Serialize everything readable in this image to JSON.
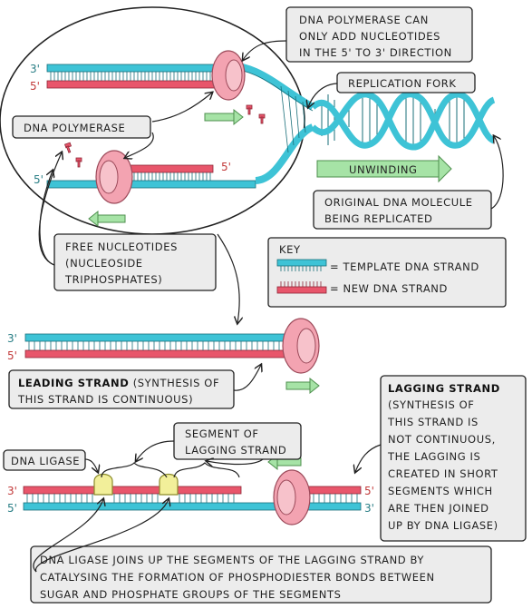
{
  "labels": {
    "polymerase_direction": [
      "DNA POLYMERASE CAN",
      "ONLY ADD NUCLEOTIDES",
      "IN THE 5' TO 3' DIRECTION"
    ],
    "replication_fork": "REPLICATION FORK",
    "dna_polymerase": "DNA POLYMERASE",
    "unwinding": "UNWINDING",
    "original_dna": [
      "ORIGINAL DNA MOLECULE",
      "BEING REPLICATED"
    ],
    "free_nucleotides": [
      "FREE NUCLEOTIDES",
      "(NUCLEOSIDE",
      "TRIPHOSPHATES)"
    ],
    "key_title": "KEY",
    "key_template": "= TEMPLATE  DNA STRAND",
    "key_new": "= NEW DNA STRAND",
    "leading_strand_bold": "LEADING STRAND",
    "leading_strand_line1_rest": " (SYNTHESIS OF",
    "leading_strand_line2": "THIS STRAND IS CONTINUOUS)",
    "segment_lagging": [
      "SEGMENT OF",
      "LAGGING STRAND"
    ],
    "dna_ligase": "DNA LIGASE",
    "lagging_strand_title": "LAGGING STRAND",
    "lagging_strand_desc": [
      "(SYNTHESIS OF",
      "THIS STRAND IS",
      "NOT CONTINUOUS,",
      "THE LAGGING IS",
      "CREATED IN SHORT",
      "SEGMENTS WHICH",
      "ARE THEN JOINED",
      "UP BY DNA LIGASE)"
    ],
    "ligase_desc": [
      "DNA LIGASE JOINS UP THE SEGMENTS OF THE LAGGING STRAND BY",
      "CATALYSING THE FORMATION OF PHOSPHODIESTER BONDS  BETWEEN",
      "SUGAR AND PHOSPHATE GROUPS OF THE SEGMENTS"
    ],
    "end_3prime": "3'",
    "end_5prime": "5'"
  },
  "colors": {
    "template": "#3ec3d6",
    "new_strand": "#e8566b",
    "polymerase": "#f3a3b1",
    "ligase": "#f2ef9a",
    "arrow": "#a6e3a6",
    "box_fill": "#ececec"
  }
}
